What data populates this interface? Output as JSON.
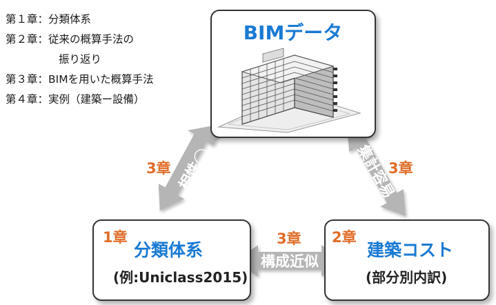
{
  "legend": {
    "line1": "第１章：分類体系",
    "line2": "第２章：従来の概算手法の",
    "line3": "振り返り",
    "line4": "第３章：BIMを用いた概算手法",
    "line5": "第４章：実例（建築ー設備）"
  },
  "bim_box": {
    "title": "BIMデータ"
  },
  "classification_box": {
    "chapter": "1章",
    "title": "分類体系",
    "subtitle": "(例:Uniclass2015)"
  },
  "cost_box": {
    "chapter": "2章",
    "title": "建築コスト",
    "subtitle": "(部分別内訳)"
  },
  "arrow_left": {
    "chapter": "3章",
    "label": "相性◯"
  },
  "arrow_right": {
    "chapter": "3章",
    "label": "集計容易"
  },
  "arrow_bottom": {
    "chapter": "3章",
    "label": "構成近似"
  },
  "colors": {
    "accent_blue": "#1a7ad4",
    "chapter_orange": "#e06d2a",
    "arrow_gray": "#b5b5b5"
  }
}
